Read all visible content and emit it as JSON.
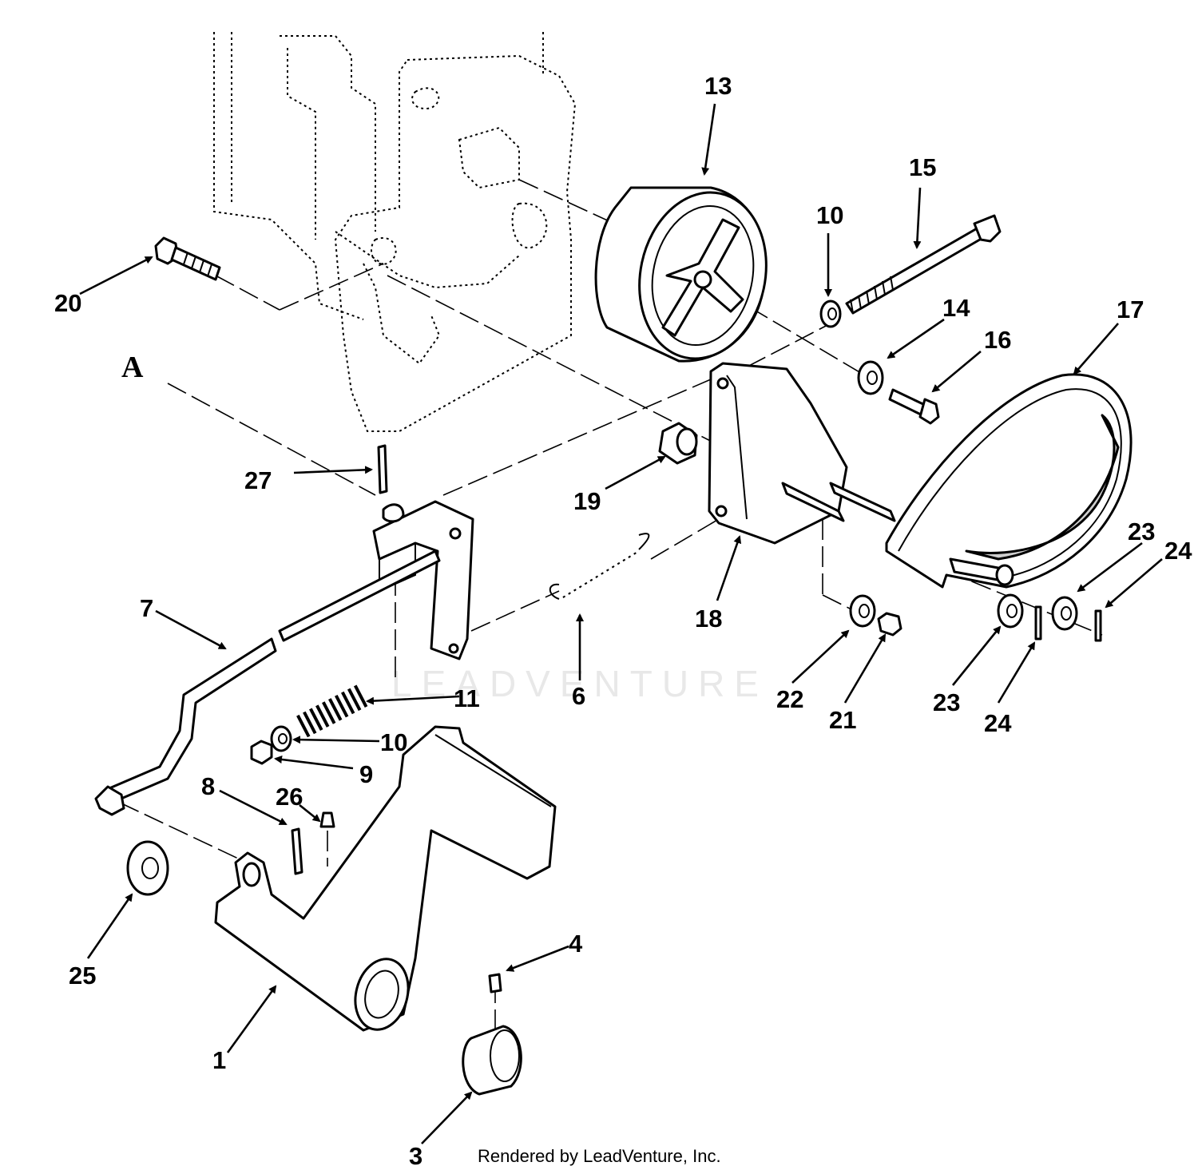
{
  "watermark": "LEADVENTURE",
  "credit": "Rendered by LeadVenture, Inc.",
  "view_label": "A",
  "callouts": [
    {
      "id": "1",
      "text": "1"
    },
    {
      "id": "3",
      "text": "3"
    },
    {
      "id": "4",
      "text": "4"
    },
    {
      "id": "6",
      "text": "6"
    },
    {
      "id": "7",
      "text": "7"
    },
    {
      "id": "8",
      "text": "8"
    },
    {
      "id": "9",
      "text": "9"
    },
    {
      "id": "10a",
      "text": "10"
    },
    {
      "id": "10b",
      "text": "10"
    },
    {
      "id": "11",
      "text": "11"
    },
    {
      "id": "13",
      "text": "13"
    },
    {
      "id": "14",
      "text": "14"
    },
    {
      "id": "15",
      "text": "15"
    },
    {
      "id": "16",
      "text": "16"
    },
    {
      "id": "17",
      "text": "17"
    },
    {
      "id": "18",
      "text": "18"
    },
    {
      "id": "19",
      "text": "19"
    },
    {
      "id": "20",
      "text": "20"
    },
    {
      "id": "21",
      "text": "21"
    },
    {
      "id": "22",
      "text": "22"
    },
    {
      "id": "23a",
      "text": "23"
    },
    {
      "id": "23b",
      "text": "23"
    },
    {
      "id": "24a",
      "text": "24"
    },
    {
      "id": "24b",
      "text": "24"
    },
    {
      "id": "25",
      "text": "25"
    },
    {
      "id": "26",
      "text": "26"
    },
    {
      "id": "27",
      "text": "27"
    }
  ]
}
